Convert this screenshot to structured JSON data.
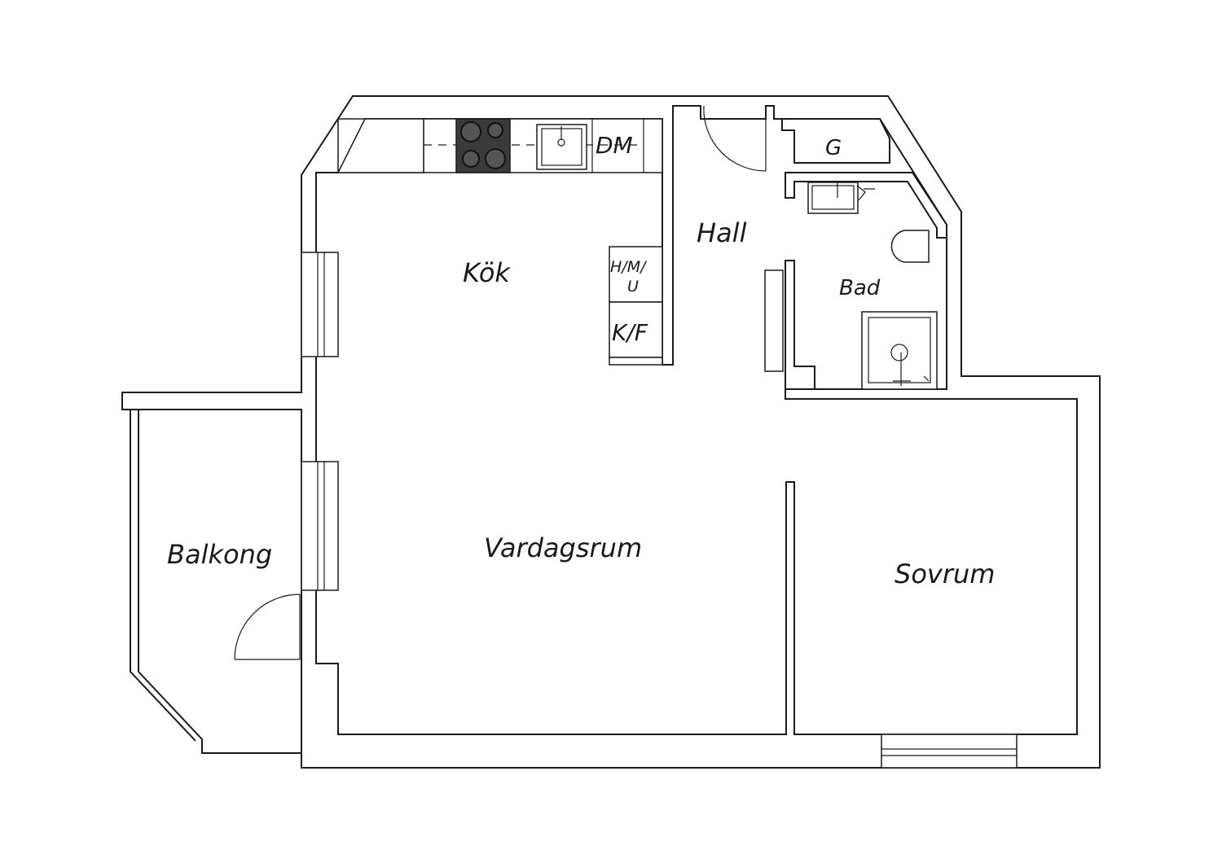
{
  "rooms": {
    "kok": "Kök",
    "hall": "Hall",
    "vardagsrum": "Vardagsrum",
    "sovrum": "Sovrum",
    "balkong": "Balkong",
    "bad": "Bad",
    "g": "G"
  },
  "appliances": {
    "dm": "DM",
    "hmu_top": "H/M/",
    "hmu_bottom": "U",
    "kf": "K/F"
  },
  "colors": {
    "line": "#1a1a1a",
    "stove": "#3a3a3a",
    "background": "#ffffff"
  }
}
